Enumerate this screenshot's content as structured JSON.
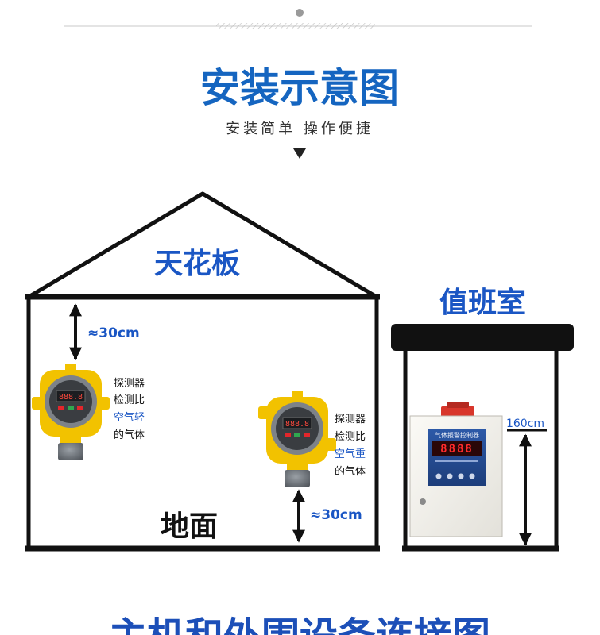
{
  "header": {
    "title": "安装示意图",
    "subtitle": "安装简单 操作便捷"
  },
  "house": {
    "ceiling_label": "天花板",
    "floor_label": "地面",
    "top_gap_label": "≈30cm",
    "bottom_gap_label": "≈30cm",
    "detector_left": {
      "line1": "探测器",
      "line2": "检测比",
      "highlight": "空气轻",
      "line4": "的气体",
      "display_value": "888.8"
    },
    "detector_right": {
      "line1": "探测器",
      "line2": "检测比",
      "highlight": "空气重",
      "line4": "的气体",
      "display_value": "888.8"
    }
  },
  "duty_room": {
    "label": "值班室",
    "height_label": "160cm",
    "controller_title": "气体报警控制器",
    "controller_display": "8888"
  },
  "footer": {
    "next_section_title": "主机和外围设备连接图"
  },
  "colors": {
    "title_blue": "#1565c0",
    "accent_blue": "#1a56c4",
    "outline": "#111111",
    "detector_yellow": "#f2c200",
    "detector_grey": "#7d8288",
    "panel_white": "#f3f2ee",
    "led_red": "#e3262b",
    "footer_blue": "#1c4fb8"
  }
}
